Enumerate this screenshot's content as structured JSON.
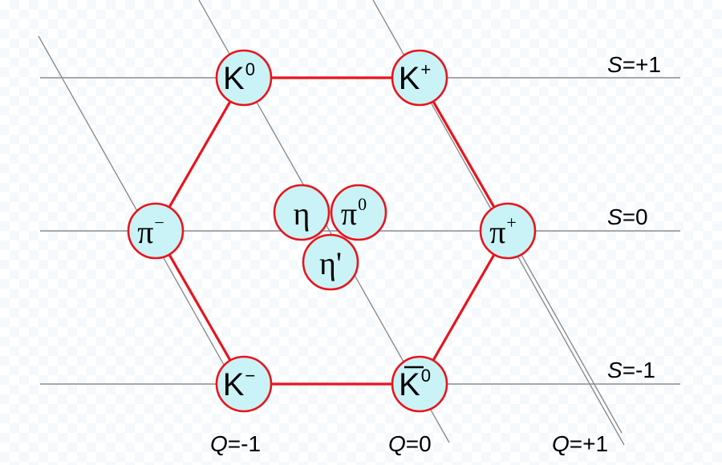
{
  "diagram": {
    "strangeness_labels": [
      {
        "id": "s-plus-1",
        "var": "S",
        "rest": "=+1"
      },
      {
        "id": "s-zero",
        "var": "S",
        "rest": "=0"
      },
      {
        "id": "s-minus-1",
        "var": "S",
        "rest": "=-1"
      }
    ],
    "charge_labels": [
      {
        "id": "q-minus-1",
        "var": "Q",
        "rest": "=-1"
      },
      {
        "id": "q-zero",
        "var": "Q",
        "rest": "=0"
      },
      {
        "id": "q-plus-1",
        "var": "Q",
        "rest": "=+1"
      }
    ],
    "particles": [
      {
        "id": "k-zero",
        "base": "K",
        "sup": "0",
        "bar": false
      },
      {
        "id": "k-plus",
        "base": "K",
        "sup": "+",
        "bar": false
      },
      {
        "id": "pi-minus",
        "base": "π",
        "sup": "−",
        "bar": false
      },
      {
        "id": "pi-plus",
        "base": "π",
        "sup": "+",
        "bar": false
      },
      {
        "id": "k-minus",
        "base": "K",
        "sup": "−",
        "bar": false
      },
      {
        "id": "k-zero-bar",
        "base": "K",
        "sup": "0",
        "bar": true
      },
      {
        "id": "eta",
        "base": "η",
        "sup": "",
        "bar": false
      },
      {
        "id": "pi-zero",
        "base": "π",
        "sup": "0",
        "bar": false
      },
      {
        "id": "eta-prime",
        "base": "η'",
        "sup": "",
        "bar": false
      }
    ],
    "colors": {
      "node_fill": "#c9f3f6",
      "node_stroke": "#e8141c",
      "hexagon": "#e8141c",
      "grid": "#8c8c8c"
    }
  }
}
